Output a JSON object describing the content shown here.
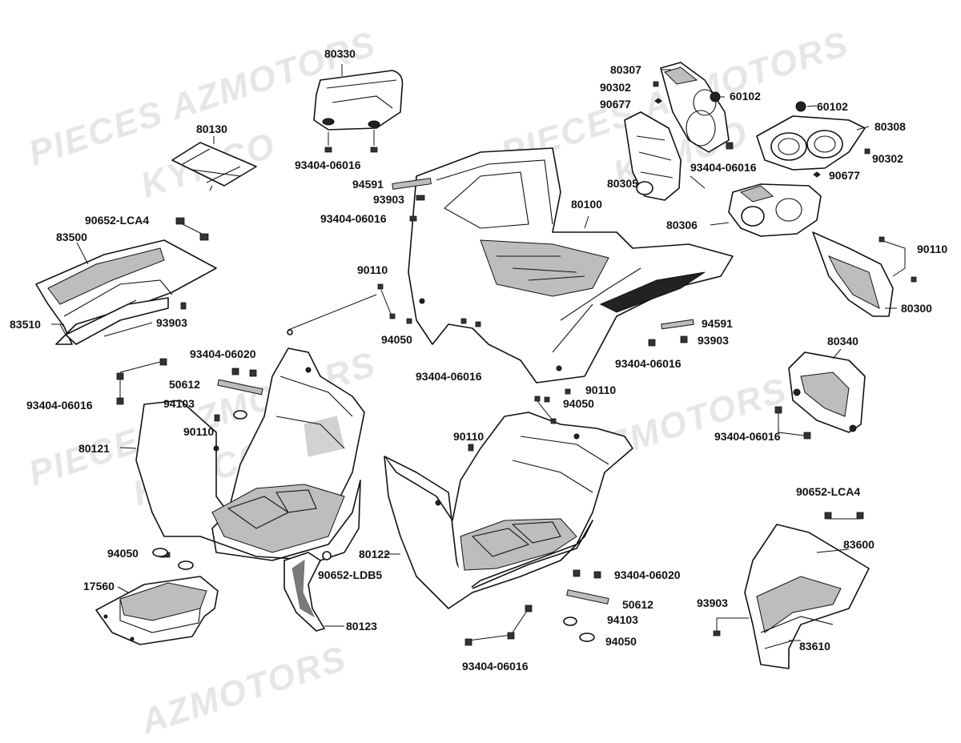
{
  "watermarks": [
    "PIECES AZMOTORS",
    "KYMCO",
    "PIECES AZMOTORS",
    "KYMCO",
    "PIECES AZMOTORS",
    "KYMCO",
    "AZMOTORS",
    "AZMOTORS"
  ],
  "parts": {
    "p80330": "80330",
    "p80130": "80130",
    "p93404_06016_a": "93404-06016",
    "p94591_a": "94591",
    "p93903_a": "93903",
    "p93404_06016_b": "93404-06016",
    "p80100": "80100",
    "p80307": "80307",
    "p90302_a": "90302",
    "p90677_a": "90677",
    "p60102_a": "60102",
    "p60102_b": "60102",
    "p80308": "80308",
    "p93404_06016_c": "93404-06016",
    "p90302_b": "90302",
    "p90677_b": "90677",
    "p80305": "80305",
    "p80306": "80306",
    "p90652_lca4_a": "90652-LCA4",
    "p83500": "83500",
    "p83510": "83510",
    "p93903_b": "93903",
    "p90110_a": "90110",
    "p94050_a": "94050",
    "p93404_06016_d": "93404-06016",
    "p94591_b": "94591",
    "p93903_c": "93903",
    "p93404_06016_e": "93404-06016",
    "p90110_b": "90110",
    "p80300": "80300",
    "p93404_06020_a": "93404-06020",
    "p50612_a": "50612",
    "p93404_06016_f": "93404-06016",
    "p94103_a": "94103",
    "p90110_c": "90110",
    "p80121": "80121",
    "p90110_d": "90110",
    "p94050_b": "94050",
    "p80340": "80340",
    "p93404_06016_g": "93404-06016",
    "p90110_e": "90110",
    "p90652_lca4_b": "90652-LCA4",
    "p83600": "83600",
    "p94050_c": "94050",
    "p90652_ldb5": "90652-LDB5",
    "p80122": "80122",
    "p93404_06020_b": "93404-06020",
    "p17560": "17560",
    "p50612_b": "50612",
    "p94103_b": "94103",
    "p93903_d": "93903",
    "p80123": "80123",
    "p94050_d": "94050",
    "p83610": "83610",
    "p93404_06016_h": "93404-06016"
  }
}
